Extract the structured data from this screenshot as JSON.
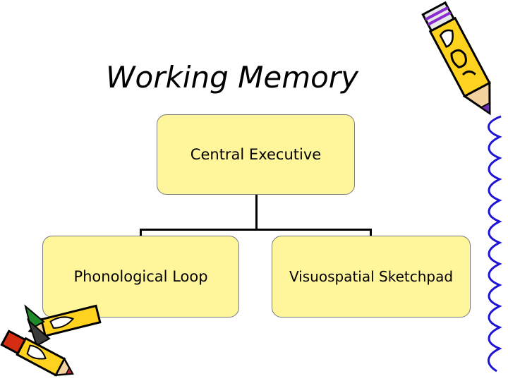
{
  "slide": {
    "title": "Working Memory",
    "diagram": {
      "root": {
        "label": "Central Executive"
      },
      "children": [
        {
          "label": "Phonological Loop"
        },
        {
          "label": "Visuospatial Sketchpad"
        }
      ]
    },
    "colors": {
      "box_fill": "#fff59a",
      "box_border": "#7a7a7a",
      "connector": "#000000",
      "pencil_body": "#ffd21f",
      "pencil_outline": "#000000",
      "squiggle": "#1d14d6"
    },
    "decorations": [
      "pencil-icon",
      "squiggle-line-icon",
      "pencils-cluster-icon"
    ]
  }
}
